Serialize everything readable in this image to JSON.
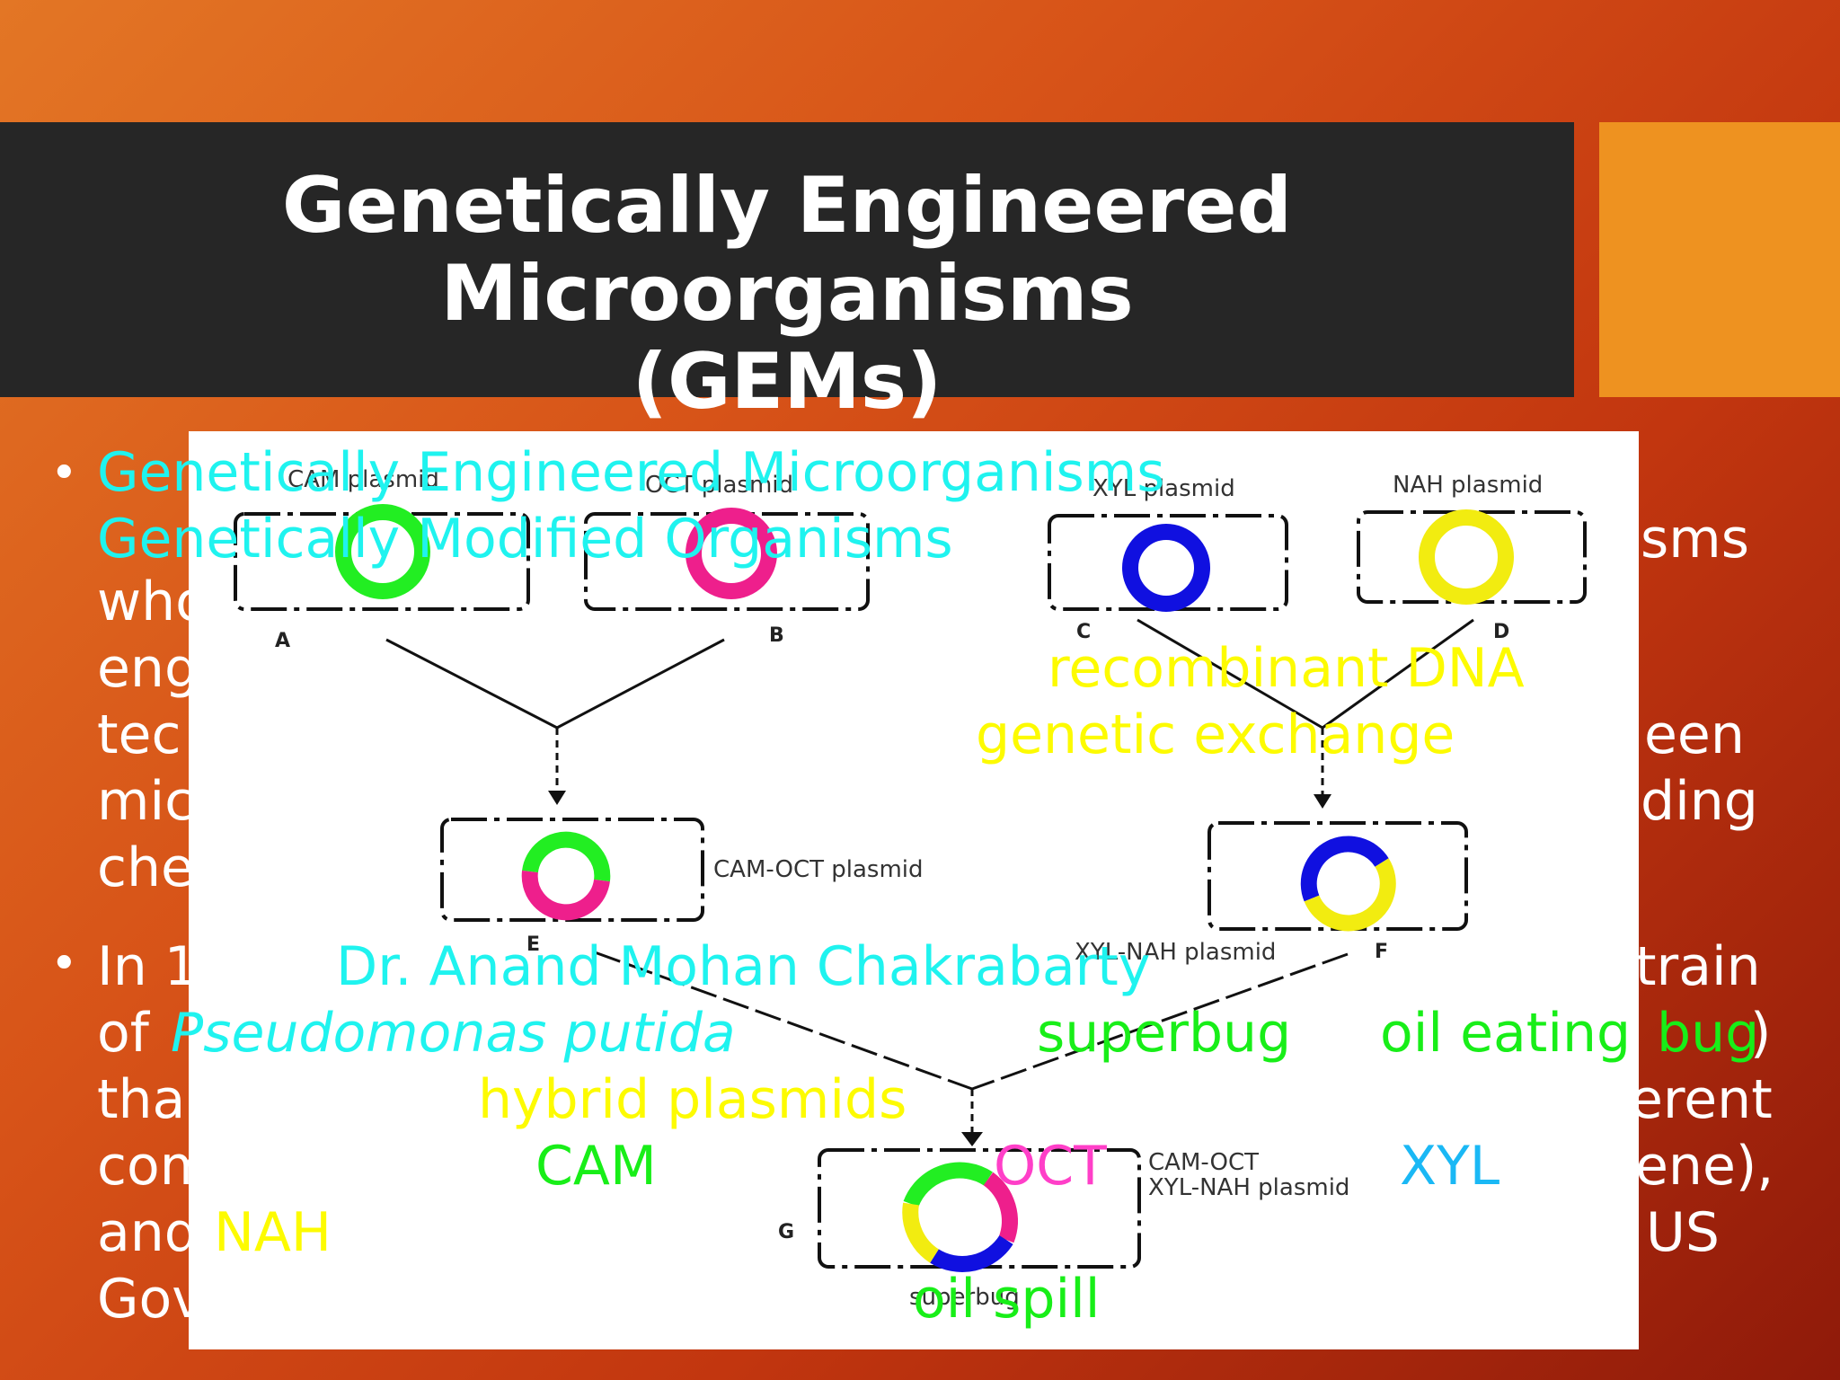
{
  "title": {
    "line1": "Genetically Engineered Microorganisms",
    "line2": "(GEMs)"
  },
  "colors": {
    "title_bar": "#262626",
    "accent_box": "#ee9220",
    "cyan": "#1ff3ef",
    "yellow": "#fdfb00",
    "green": "#18ee18",
    "magenta": "#ff3fc8",
    "blue": "#1ab8f5",
    "plasmid_cam": "#22ee22",
    "plasmid_oct": "#ee1f8c",
    "plasmid_xyl": "#1010e0",
    "plasmid_nah": "#f2ec10"
  },
  "bullet1": {
    "highlight1": "Genetically Engineered Microorganisms",
    "highlight2": "Genetically Modified Organisms",
    "frag_sms": "sms",
    "frag_who": "who",
    "frag_eng": "eng",
    "frag_recombinant": "recombinant DNA",
    "frag_tec": "tec",
    "frag_genetic": "genetic exchange",
    "frag_een": "een",
    "frag_mic": "mic",
    "frag_ding": "ding",
    "frag_che": "che"
  },
  "bullet2": {
    "frag_in1": "In 1",
    "person": "Dr. Anand Mohan Chakrabarty",
    "frag_train": "train",
    "frag_of": "of ",
    "species": "Pseudomonas putida",
    "superbug": "superbug",
    "oil_eating": "oil eating ",
    "bug": "bug",
    "close_paren": ")",
    "frag_tha": "tha",
    "hybrid": "hybrid plasmids",
    "frag_erent": "erent",
    "frag_com": "com",
    "cam": "CAM",
    "oct": "OCT",
    "xyl": "XYL",
    "frag_ene": "ene),",
    "frag_and": "and ",
    "nah": "NAH",
    "frag_us": "US",
    "frag_gov": "Gov",
    "oil_spill": "oil spill"
  },
  "diagram": {
    "cam_label": "CAM plasmid",
    "oct_label": "OCT plasmid",
    "xyl_label": "XYL plasmid",
    "nah_label": "NAH plasmid",
    "camoct_label": "CAM-OCT plasmid",
    "xylnah_label": "XYL-NAH plasmid",
    "final_label1": "CAM-OCT",
    "final_label2": "XYL-NAH plasmid",
    "superbug_label": "superbug",
    "letter_a": "A",
    "letter_b": "B",
    "letter_c": "C",
    "letter_d": "D",
    "letter_e": "E",
    "letter_f": "F",
    "letter_g": "G"
  }
}
